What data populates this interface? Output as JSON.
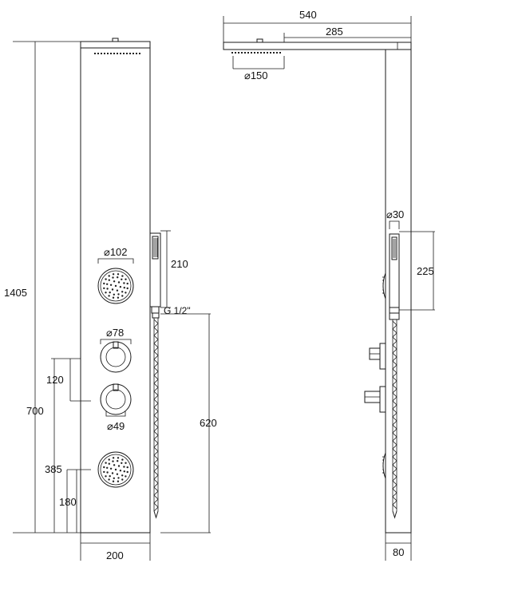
{
  "front_view": {
    "height_total": "1405",
    "height_lower_jet_group": "700",
    "spacing_knobs": "120",
    "height_lower_jet": "385",
    "height_bottom_jet": "180",
    "width_panel": "200",
    "jet_diameter": "⌀102",
    "knob_large_diameter": "⌀78",
    "knob_small_diameter": "⌀49",
    "hand_shower_length": "210",
    "hose_connection": "G 1/2\"",
    "hose_connection_height": "620"
  },
  "side_view": {
    "arm_length": "540",
    "arm_offset": "285",
    "head_diameter": "⌀150",
    "hand_shower_diameter": "⌀30",
    "hand_shower_length": "225",
    "panel_depth": "80"
  }
}
